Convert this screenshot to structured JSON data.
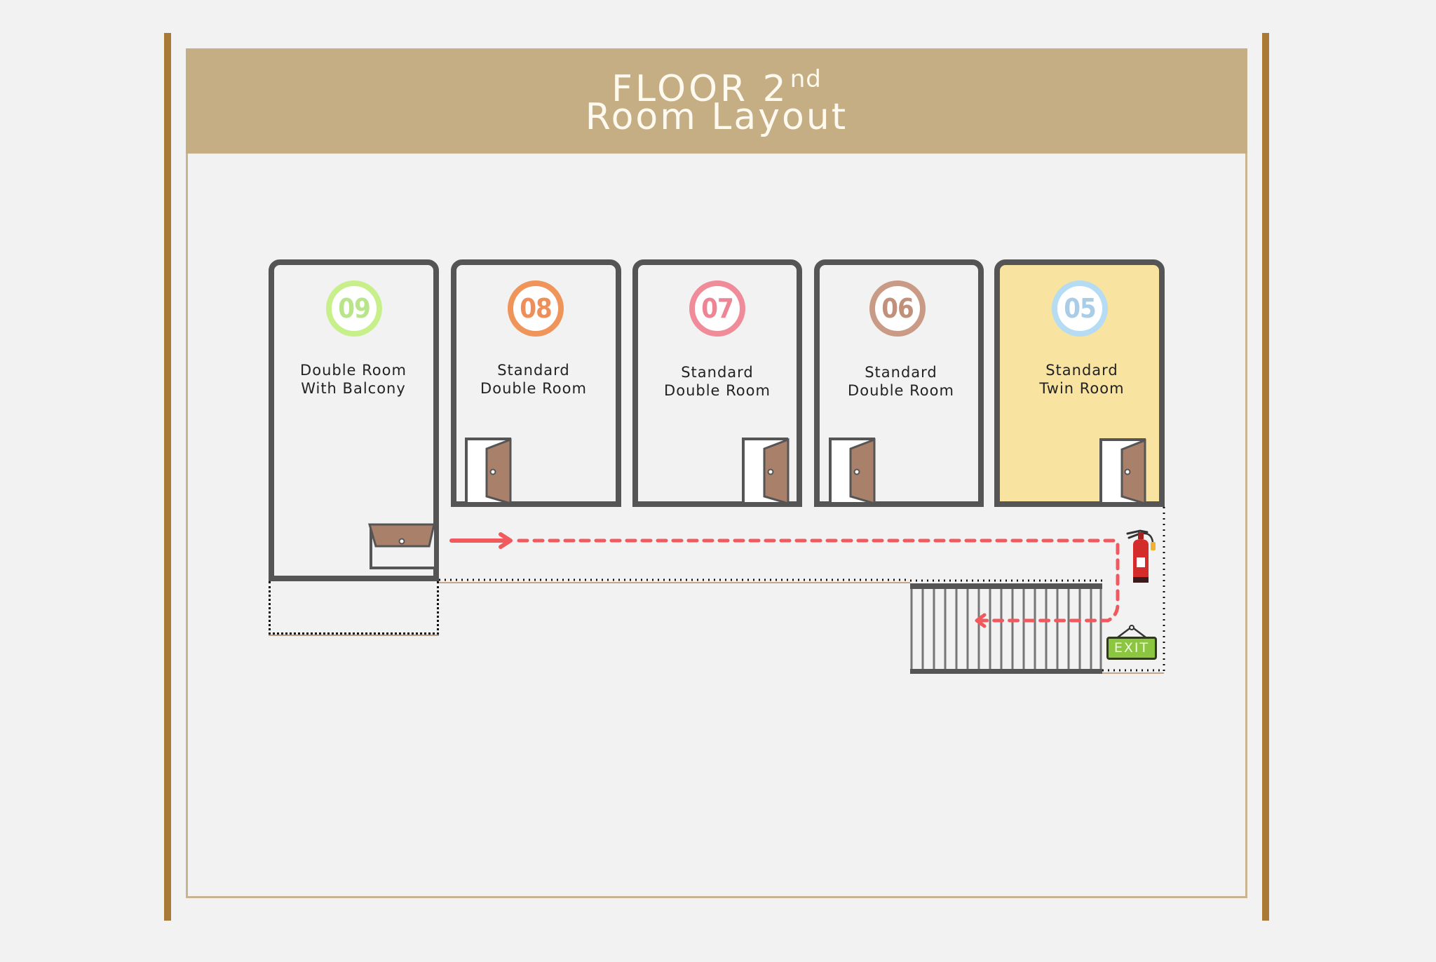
{
  "header": {
    "title_line1": "FLOOR 2",
    "title_sup": "nd",
    "title_line2": "Room Layout"
  },
  "rooms": [
    {
      "number": "09",
      "name_line1": "Double Room",
      "name_line2": "With Balcony",
      "ring_color": "#c8f08a",
      "num_color": "#b8e48a",
      "highlighted": false
    },
    {
      "number": "08",
      "name_line1": "Standard",
      "name_line2": "Double Room",
      "ring_color": "#f0955a",
      "num_color": "#ee8f5a",
      "highlighted": false
    },
    {
      "number": "07",
      "name_line1": "Standard",
      "name_line2": "Double Room",
      "ring_color": "#f08c9a",
      "num_color": "#ee8595",
      "highlighted": false
    },
    {
      "number": "06",
      "name_line1": "Standard",
      "name_line2": "Double Room",
      "ring_color": "#c99a85",
      "num_color": "#c0907b",
      "highlighted": false
    },
    {
      "number": "05",
      "name_line1": "Standard",
      "name_line2": "Twin Room",
      "ring_color": "#b5dcf3",
      "num_color": "#a9cde6",
      "highlighted": true
    }
  ],
  "exit_sign": {
    "label": "EXIT",
    "color": "#8cc640"
  },
  "colors": {
    "header": "#c5ad84",
    "pole": "#a87a36",
    "wall": "#555555",
    "door": "#a9806a",
    "route": "#f05a5e",
    "highlight_room": "#f8e4a0",
    "extinguisher": "#d42b2b"
  },
  "legend_items": [
    "fire-extinguisher",
    "exit-sign",
    "staircase",
    "evacuation-route"
  ]
}
